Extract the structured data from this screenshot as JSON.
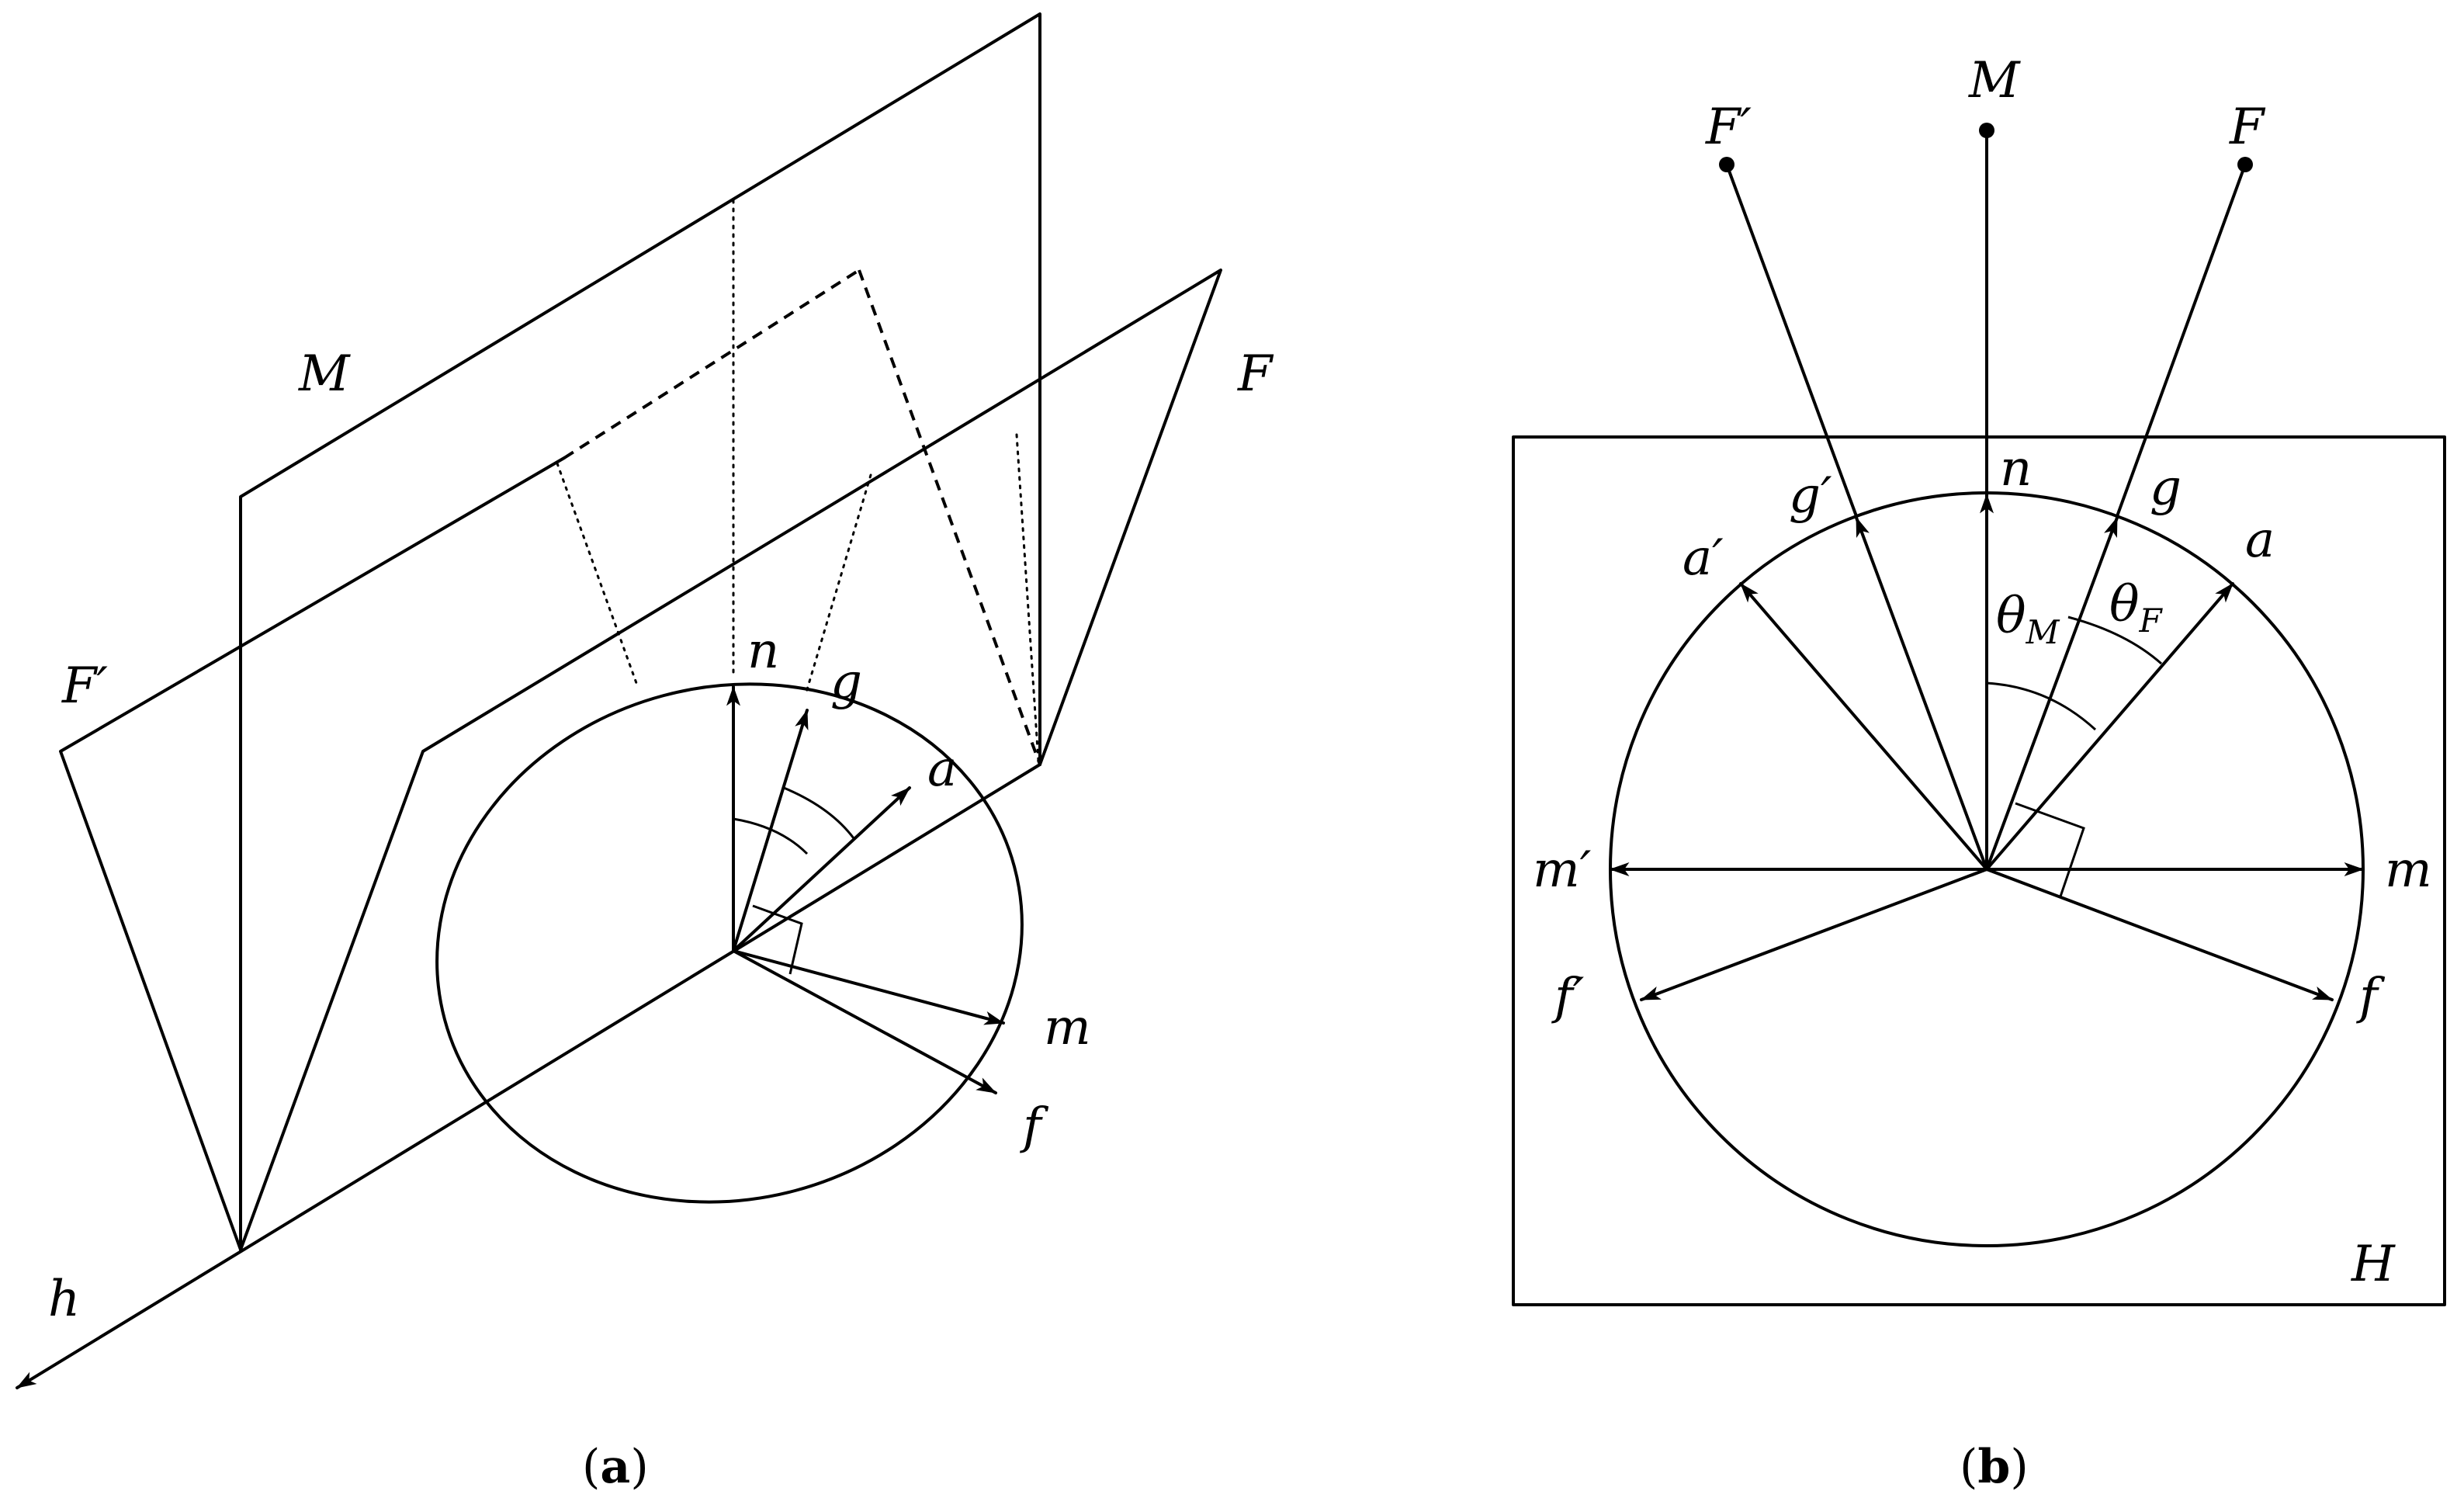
{
  "panel_a": {
    "caption_open": "(",
    "caption_letter": "a",
    "caption_close": ")",
    "labels": {
      "M": "M",
      "F": "F",
      "F_prime": "F′",
      "n": "n",
      "g": "g",
      "a": "a",
      "m": "m",
      "f": "f",
      "h": "h"
    }
  },
  "panel_b": {
    "caption_open": "(",
    "caption_letter": "b",
    "caption_close": ")",
    "labels": {
      "M": "M",
      "F": "F",
      "F_prime": "F′",
      "n": "n",
      "g": "g",
      "g_prime": "g′",
      "a": "a",
      "a_prime": "a′",
      "m": "m",
      "m_prime": "m′",
      "f": "f",
      "f_prime": "f′",
      "H": "H",
      "theta_M": "θ",
      "theta_M_sub": "M",
      "theta_F": "θ",
      "theta_F_sub": "F"
    }
  }
}
